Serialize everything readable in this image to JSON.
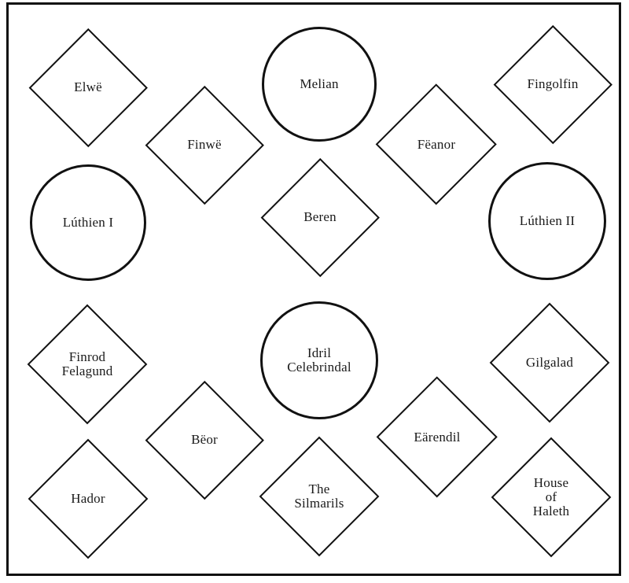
{
  "diagram": {
    "nodes": [
      {
        "id": "elwe",
        "label": "Elwë",
        "shape": "diamond"
      },
      {
        "id": "finwe",
        "label": "Finwë",
        "shape": "diamond"
      },
      {
        "id": "melian",
        "label": "Melian",
        "shape": "circle"
      },
      {
        "id": "feanor",
        "label": "Fëanor",
        "shape": "diamond"
      },
      {
        "id": "fingolfin",
        "label": "Fingolfin",
        "shape": "diamond"
      },
      {
        "id": "luthien-i",
        "label": "Lúthien I",
        "shape": "circle"
      },
      {
        "id": "beren",
        "label": "Beren",
        "shape": "diamond"
      },
      {
        "id": "luthien-ii",
        "label": "Lúthien II",
        "shape": "circle"
      },
      {
        "id": "finrod-felagund",
        "label": "Finrod\nFelagund",
        "shape": "diamond"
      },
      {
        "id": "idril-celebrindal",
        "label": "Idril\nCelebrindal",
        "shape": "circle"
      },
      {
        "id": "gilgalad",
        "label": "Gilgalad",
        "shape": "diamond"
      },
      {
        "id": "beor",
        "label": "Bëor",
        "shape": "diamond"
      },
      {
        "id": "earendil",
        "label": "Eärendil",
        "shape": "diamond"
      },
      {
        "id": "hador",
        "label": "Hador",
        "shape": "diamond"
      },
      {
        "id": "the-silmarils",
        "label": "The\nSilmarils",
        "shape": "diamond"
      },
      {
        "id": "house-of-haleth",
        "label": "House\nof\nHaleth",
        "shape": "diamond"
      }
    ]
  }
}
